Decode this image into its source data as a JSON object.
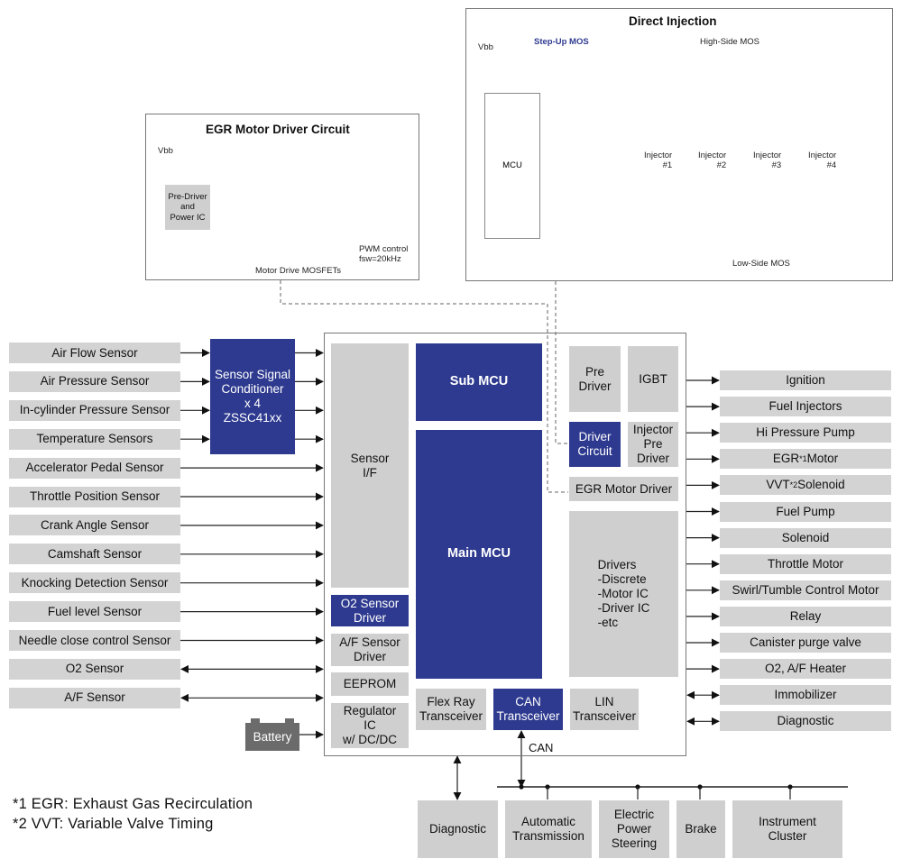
{
  "egr_panel": {
    "title": "EGR Motor Driver Circuit",
    "vbb": "Vbb",
    "predriver": "Pre-Driver\nand\nPower IC",
    "pwm": "PWM control\nfsw=20kHz",
    "mosfets": "Motor Drive MOSFETs"
  },
  "di_panel": {
    "title": "Direct Injection",
    "vbb": "Vbb",
    "stepup": "Step-Up MOS",
    "highside": "High-Side MOS",
    "mcu": "MCU",
    "lowside": "Low-Side MOS",
    "injectors": [
      "Injector\n#1",
      "Injector\n#2",
      "Injector\n#3",
      "Injector\n#4"
    ]
  },
  "sensors": [
    "Air Flow Sensor",
    "Air Pressure Sensor",
    "In-cylinder Pressure Sensor",
    "Temperature Sensors",
    "Accelerator Pedal Sensor",
    "Throttle Position Sensor",
    "Crank Angle Sensor",
    "Camshaft Sensor",
    "Knocking Detection Sensor",
    "Fuel level Sensor",
    "Needle close control Sensor",
    "O2 Sensor",
    "A/F Sensor"
  ],
  "conditioner": "Sensor Signal\nConditioner\nx 4\nZSSC41xx",
  "battery": "Battery",
  "ecu": {
    "sensor_if": "Sensor\nI/F",
    "o2_driver": "O2 Sensor\nDriver",
    "af_driver": "A/F Sensor\nDriver",
    "eeprom": "EEPROM",
    "regulator": "Regulator\nIC\nw/ DC/DC",
    "sub_mcu": "Sub MCU",
    "main_mcu": "Main MCU",
    "flexray": "Flex Ray\nTransceiver",
    "can": "CAN\nTransceiver",
    "lin": "LIN\nTransceiver",
    "pre_driver": "Pre\nDriver",
    "igbt": "IGBT",
    "driver_circuit": "Driver\nCircuit",
    "injector_pre": "Injector\nPre\nDriver",
    "egr_motor_driver": "EGR Motor Driver",
    "drivers": "Drivers\n-Discrete\n-Motor IC\n-Driver IC\n-etc"
  },
  "actuators": [
    "Ignition",
    "Fuel Injectors",
    "Hi Pressure Pump",
    "EGR*1 Motor",
    "VVT*2 Solenoid",
    "Fuel Pump",
    "Solenoid",
    "Throttle Motor",
    "Swirl/Tumble Control Motor",
    "Relay",
    "Canister purge valve",
    "O2, A/F Heater",
    "Immobilizer",
    "Diagnostic"
  ],
  "can_label": "CAN",
  "bottom": [
    "Diagnostic",
    "Automatic\nTransmission",
    "Electric\nPower\nSteering",
    "Brake",
    "Instrument\nCluster"
  ],
  "notes": [
    "*1 EGR: Exhaust Gas Recirculation",
    "*2 VVT: Variable Valve Timing"
  ],
  "colors": {
    "blue": "#2e3a8f",
    "gray": "#d3d3d3",
    "mos": "#9a9a9a",
    "stepup_mos": "#a8aedf"
  }
}
